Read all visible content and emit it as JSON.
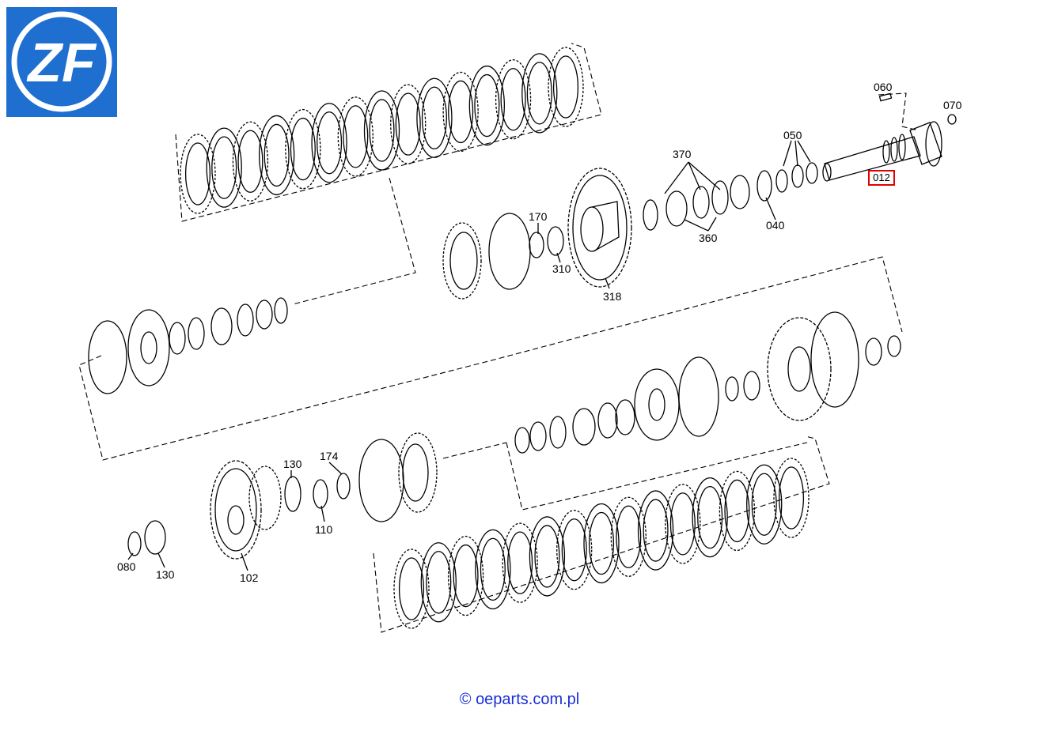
{
  "brand": {
    "logo_text": "ZF",
    "logo_color": "#1e6fd0"
  },
  "highlight": {
    "part": "012",
    "color": "#e00000"
  },
  "footer": {
    "copyright_symbol": "©",
    "text": "oeparts.com.pl",
    "color": "#1a2fd6"
  },
  "labels": {
    "p060": "060",
    "p070": "070",
    "p050": "050",
    "p370": "370",
    "p360": "360",
    "p040": "040",
    "p170": "170",
    "p310": "310",
    "p318": "318",
    "p130a": "130",
    "p174": "174",
    "p110": "110",
    "p102": "102",
    "p080": "080",
    "p130b": "130"
  }
}
